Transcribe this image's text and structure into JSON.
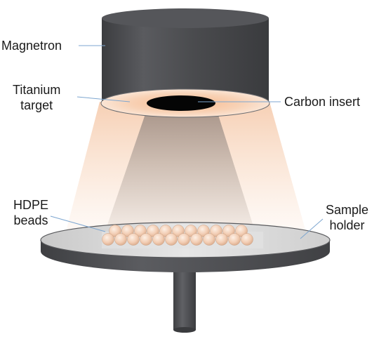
{
  "labels": {
    "magnetron": "Magnetron",
    "titanium_line1": "Titanium",
    "titanium_line2": "target",
    "carbon_insert": "Carbon insert",
    "hdpe_line1": "HDPE",
    "hdpe_line2": "beads",
    "sample_line1": "Sample",
    "sample_line2": "holder"
  },
  "colors": {
    "magnetron_body": "#4a4b4e",
    "target_glow": "#f7c9a8",
    "carbon_insert": "#050505",
    "plasma_outer": "#f8dcc6",
    "plasma_core": "#b8a89d",
    "holder_top": "#d8d8d8",
    "holder_body": "#4f5053",
    "bead": "#f3d3bd",
    "leader_line": "#7da6d0"
  }
}
